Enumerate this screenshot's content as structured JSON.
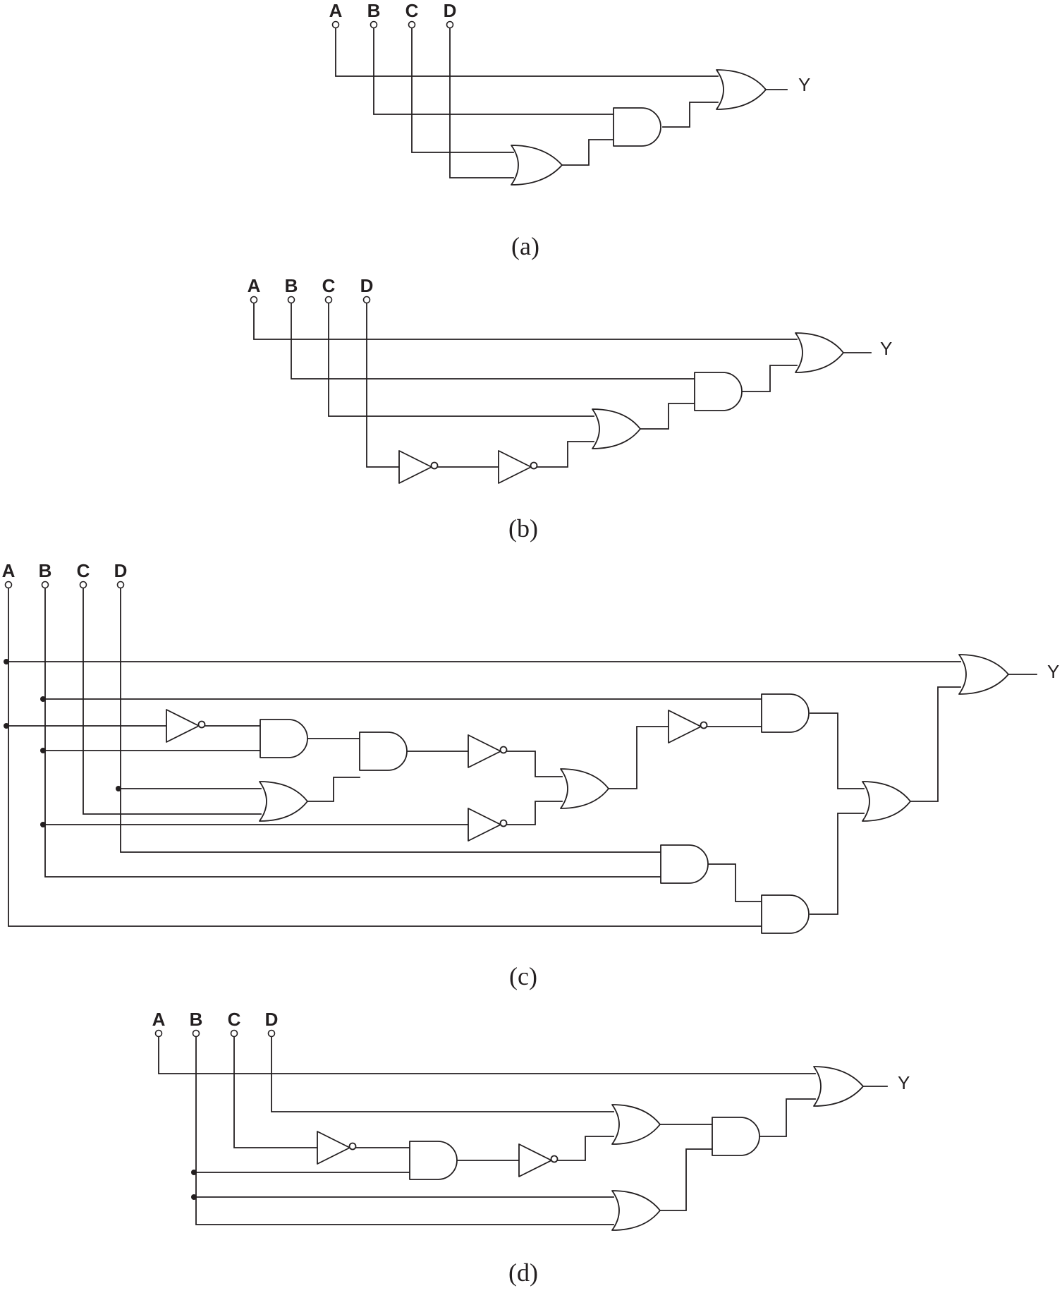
{
  "circuits": {
    "a": {
      "caption": "(a)",
      "inputs": [
        "A",
        "B",
        "C",
        "D"
      ],
      "output": "Y"
    },
    "b": {
      "caption": "(b)",
      "inputs": [
        "A",
        "B",
        "C",
        "D"
      ],
      "output": "Y"
    },
    "c": {
      "caption": "(c)",
      "inputs": [
        "A",
        "B",
        "C",
        "D"
      ],
      "output": "Y"
    },
    "d": {
      "caption": "(d)",
      "inputs": [
        "A",
        "B",
        "C",
        "D"
      ],
      "output": "Y"
    }
  },
  "colors": {
    "ink": "#231f20",
    "background": "#ffffff"
  }
}
